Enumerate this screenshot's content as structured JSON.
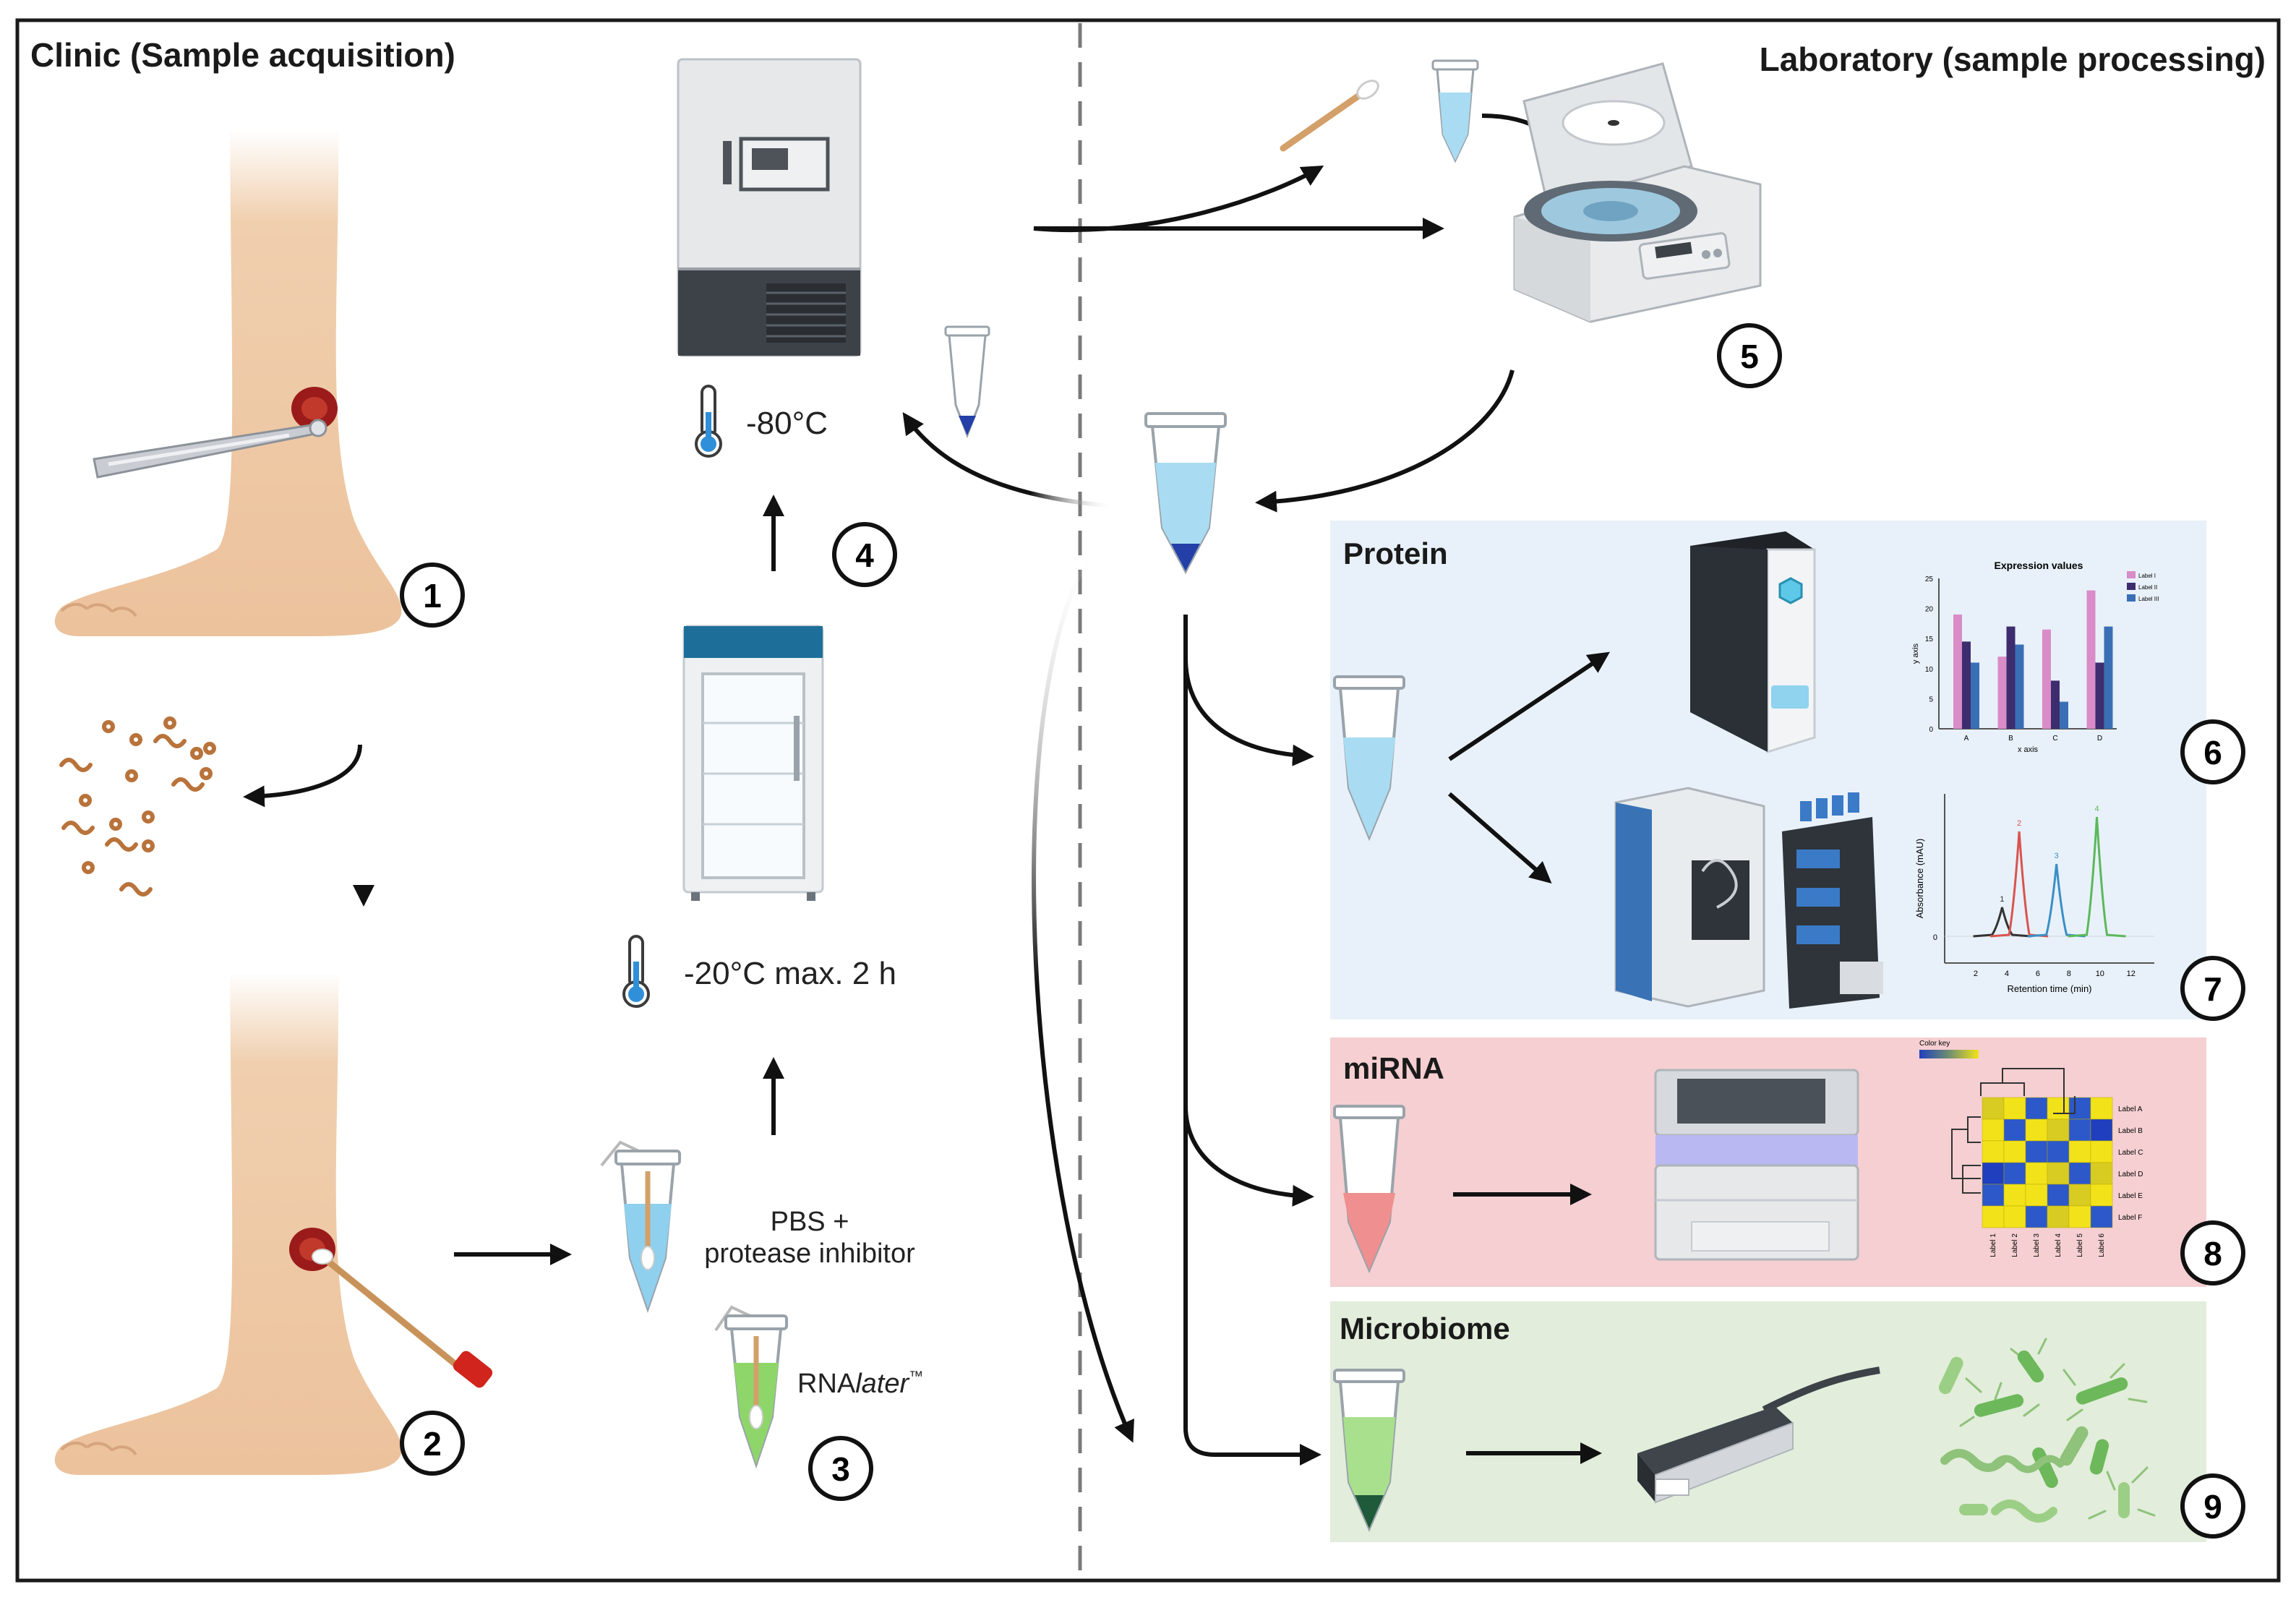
{
  "headers": {
    "clinic": "Clinic (Sample acquisition)",
    "lab": "Laboratory (sample processing)"
  },
  "temps": {
    "freezer": "-80°C",
    "fridge": "-20°C max. 2 h"
  },
  "reagents": {
    "pbs_line1": "PBS +",
    "pbs_line2": "protease inhibitor",
    "rna_prefix": "RNA",
    "rna_italic": "later",
    "rna_tm": "™"
  },
  "steps": [
    "1",
    "2",
    "3",
    "4",
    "5",
    "6",
    "7",
    "8",
    "9"
  ],
  "panels": {
    "protein": "Protein",
    "mirna": "miRNA",
    "microbiome": "Microbiome"
  },
  "bar_chart": {
    "title": "Expression values",
    "ylabel": "y axis",
    "xlabel": "x axis",
    "categories": [
      "A",
      "B",
      "C",
      "D"
    ],
    "yticks": [
      "0",
      "5",
      "10",
      "15",
      "20",
      "25"
    ],
    "series": [
      {
        "name": "Label I",
        "color": "#d98cc8",
        "values": [
          19,
          12,
          16.5,
          23
        ]
      },
      {
        "name": "Label II",
        "color": "#3d2d6e",
        "values": [
          14.5,
          17,
          8,
          11
        ]
      },
      {
        "name": "Label III",
        "color": "#3b6fb5",
        "values": [
          11,
          14,
          4.5,
          17
        ]
      }
    ]
  },
  "chromatogram": {
    "ylabel": "Absorbance (mAU)",
    "xlabel": "Retention time (min)",
    "xticks": [
      "2",
      "4",
      "6",
      "8",
      "10",
      "12"
    ],
    "yzero": "0",
    "peaks": [
      {
        "label": "1",
        "color": "#333333",
        "time": 3.7
      },
      {
        "label": "2",
        "color": "#d9534f",
        "time": 4.8
      },
      {
        "label": "3",
        "color": "#3a8fc7",
        "time": 7.2
      },
      {
        "label": "4",
        "color": "#5cb85c",
        "time": 9.8
      }
    ]
  },
  "heatmap": {
    "key_label": "Color key",
    "rows": [
      "Label A",
      "Label B",
      "Label C",
      "Label D",
      "Label E",
      "Label F"
    ],
    "cols": [
      "Label 1",
      "Label 2",
      "Label 3",
      "Label 4",
      "Label 5",
      "Label 6"
    ]
  }
}
